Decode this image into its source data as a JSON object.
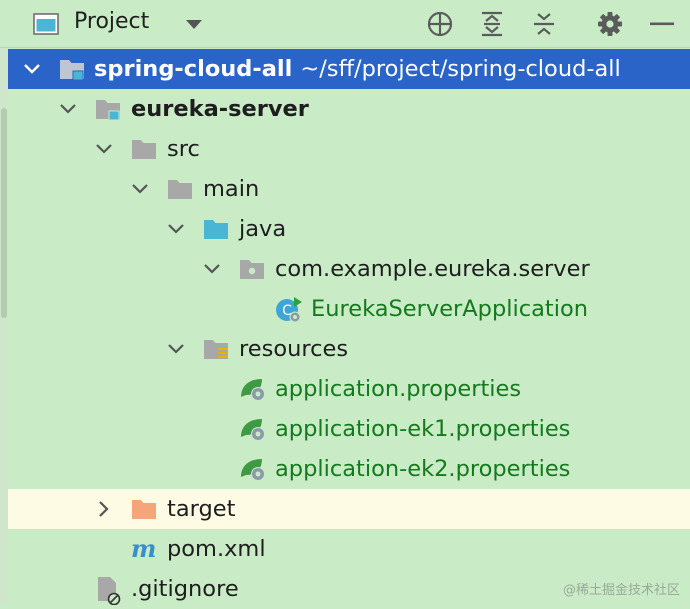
{
  "toolbar": {
    "title": "Project",
    "icons": [
      "project-view-icon",
      "dropdown-arrow-icon",
      "locate-icon",
      "expand-all-icon",
      "collapse-all-icon",
      "gear-icon",
      "minimize-icon"
    ]
  },
  "tree": {
    "root": {
      "name": "spring-cloud-all",
      "path": "~/sff/project/spring-cloud-all"
    },
    "module": {
      "name": "eureka-server"
    },
    "src": "src",
    "main": "main",
    "java": "java",
    "package": "com.example.eureka.server",
    "app_class": "EurekaServerApplication",
    "resources": "resources",
    "files": [
      "application.properties",
      "application-ek1.properties",
      "application-ek2.properties"
    ],
    "target": "target",
    "pom": "pom.xml",
    "gitignore": ".gitignore"
  },
  "colors": {
    "background": "#c9ecc7",
    "selection": "#2a64c9",
    "hover_row": "#fdfbe3",
    "spring_green": "#147a1d",
    "folder_gray": "#a8a8a8",
    "source_folder_blue": "#49b6d6",
    "excluded_folder_orange": "#f6a47a"
  },
  "watermark": "@稀土掘金技术社区"
}
